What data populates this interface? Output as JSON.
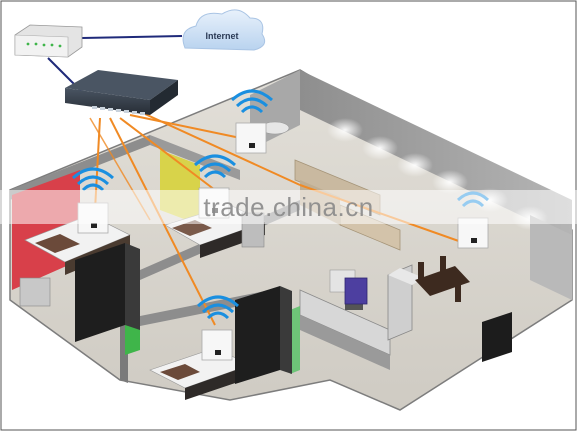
{
  "cloud": {
    "label": "Internet"
  },
  "watermark": {
    "text": "trade.china.cn"
  },
  "access_points": [
    {
      "id": "ap-top-center"
    },
    {
      "id": "ap-bedroom-center"
    },
    {
      "id": "ap-bedroom-left"
    },
    {
      "id": "ap-bedroom-lower"
    },
    {
      "id": "ap-living-right"
    }
  ],
  "colors": {
    "cable_orange": "#f08a24",
    "cable_blue": "#1f2a7a",
    "wifi_blue": "#1a8fe0",
    "floor": "#d9d6cf",
    "wall": "#9c9c9c",
    "wall_red": "#d8404a",
    "wall_green": "#3fb54a",
    "wall_yellow": "#d8d34a",
    "switch": "#3a4350",
    "cloud": "#cfe1f5"
  }
}
